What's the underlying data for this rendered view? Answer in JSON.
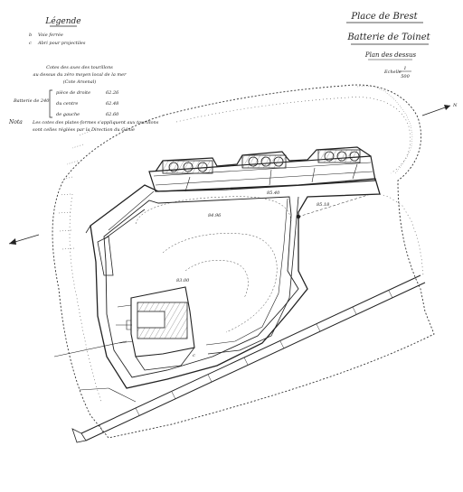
{
  "title_block": {
    "place": "Place de Brest",
    "battery": "Batterie de Toinet",
    "plan": "Plan des dessus",
    "scale_label": "Echelle",
    "scale_num": "1",
    "scale_den": "500"
  },
  "legend": {
    "title": "Légende",
    "items": [
      {
        "mark": "b",
        "text": "Voie ferrée"
      },
      {
        "mark": "c",
        "text": "Abri pour projectiles"
      }
    ]
  },
  "elevations": {
    "title_lines": [
      "Cotes des axes des tourillons",
      "au dessus du zéro moyen local de la mer",
      "(Cote Arsenal)"
    ],
    "group_label": "Batterie de 240",
    "rows": [
      {
        "label": "pièce de droite",
        "value": "62.26"
      },
      {
        "label": "du centre",
        "value": "62.48"
      },
      {
        "label": "de gauche",
        "value": "62.60"
      }
    ]
  },
  "nota": {
    "label": "Nota",
    "lines": [
      "Les cotes des plates-formes s'appliquent aux tourillons",
      "sont celles réglées par la Direction du Génie"
    ]
  },
  "compass": {
    "label": "N"
  },
  "map_labels": [
    "85.40",
    "84.96",
    "85.18",
    "83.00",
    "c"
  ],
  "colors": {
    "ink": "#222222",
    "paper": "#ffffff"
  }
}
